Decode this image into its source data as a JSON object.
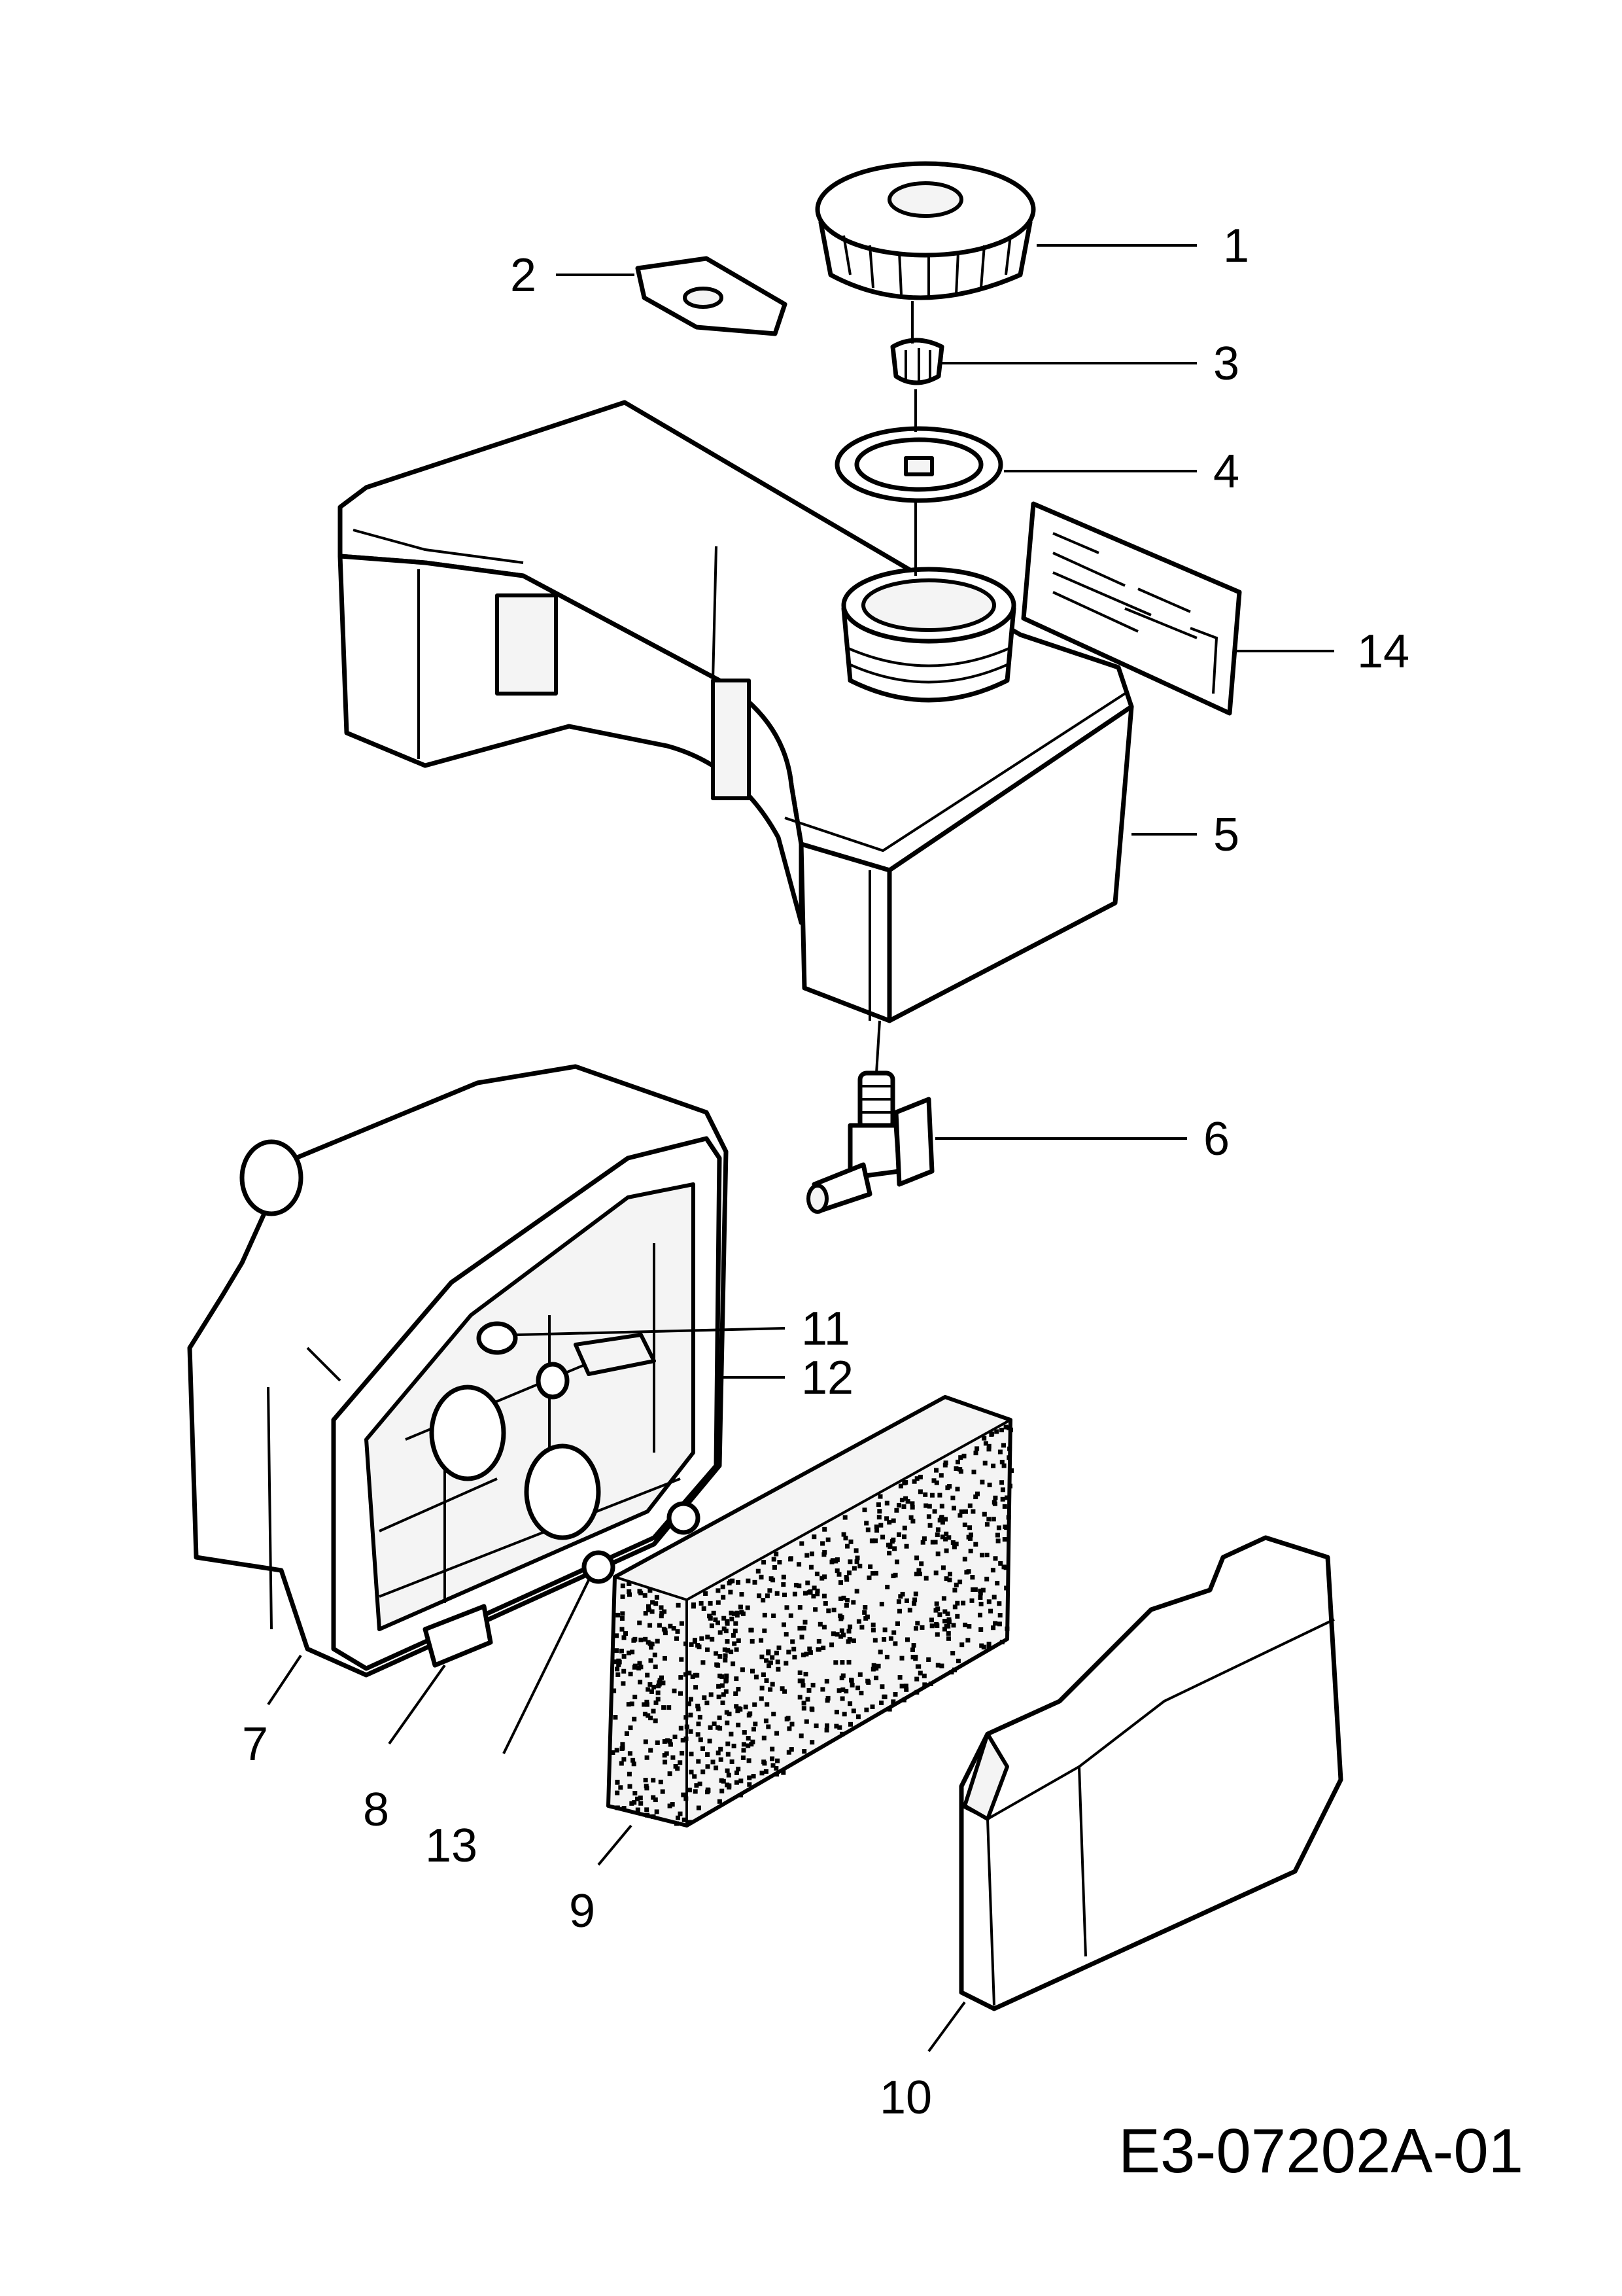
{
  "callouts": {
    "c1": "1",
    "c2": "2",
    "c3": "3",
    "c4": "4",
    "c5": "5",
    "c6": "6",
    "c7": "7",
    "c8": "8",
    "c9": "9",
    "c10": "10",
    "c11": "11",
    "c12": "12",
    "c13": "13",
    "c14": "14"
  },
  "drawing_code": "E3-07202A-01"
}
